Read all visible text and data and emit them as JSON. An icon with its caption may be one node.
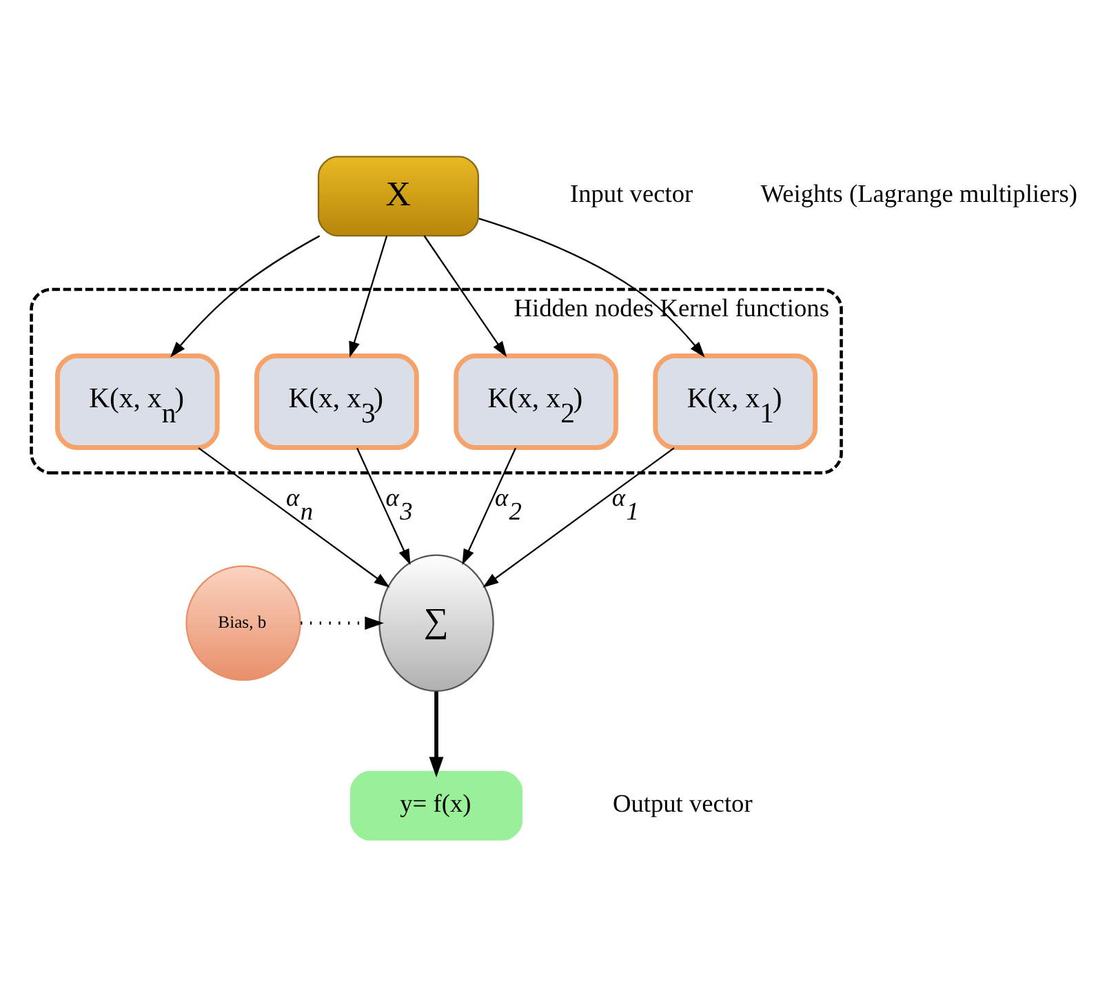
{
  "diagram": {
    "nodes": [
      {
        "text": [
          "X"
        ],
        "beside": [
          "Input vector"
        ]
      },
      {
        "text": [
          "Hidden nodes Kernel functions"
        ]
      },
      {
        "text": [
          "K(x, x$_{n}$)"
        ],
        "in": 1
      },
      {
        "text": [
          "K(x, x$_{3}$)"
        ],
        "in": 1
      },
      {
        "text": [
          "K(x, x$_{2}$)"
        ],
        "in": 1
      },
      {
        "text": [
          "K(x, x$_{1}$)"
        ],
        "in": 1
      },
      {
        "text": [
          "∑"
        ]
      },
      {
        "text": [
          "Bias, b"
        ]
      },
      {
        "text": [
          "y= f(x)"
        ],
        "beside": [
          "Output vector"
        ]
      }
    ],
    "edges": [
      {
        "from": 0,
        "to": 2,
        "arrow": "to"
      },
      {
        "from": 0,
        "to": 3,
        "arrow": "to"
      },
      {
        "from": 0,
        "to": 4,
        "arrow": "to"
      },
      {
        "from": 0,
        "to": 5,
        "arrow": "to"
      },
      {
        "from": 2,
        "to": 6,
        "arrow": "to",
        "label": "α$_{n}$"
      },
      {
        "from": 3,
        "to": 6,
        "arrow": "to",
        "label": "α$_{3}$"
      },
      {
        "from": 4,
        "to": 6,
        "arrow": "to",
        "label": "α$_{2}$"
      },
      {
        "from": 5,
        "to": 6,
        "arrow": "to",
        "label": "α$_{1}$"
      },
      {
        "from": 7,
        "to": 6,
        "arrow": "to",
        "style": "dashed"
      },
      {
        "from": 6,
        "to": 8,
        "arrow": "to",
        "style": "thick"
      }
    ],
    "labels": [
      "Weights (Lagrange multipliers)"
    ]
  }
}
